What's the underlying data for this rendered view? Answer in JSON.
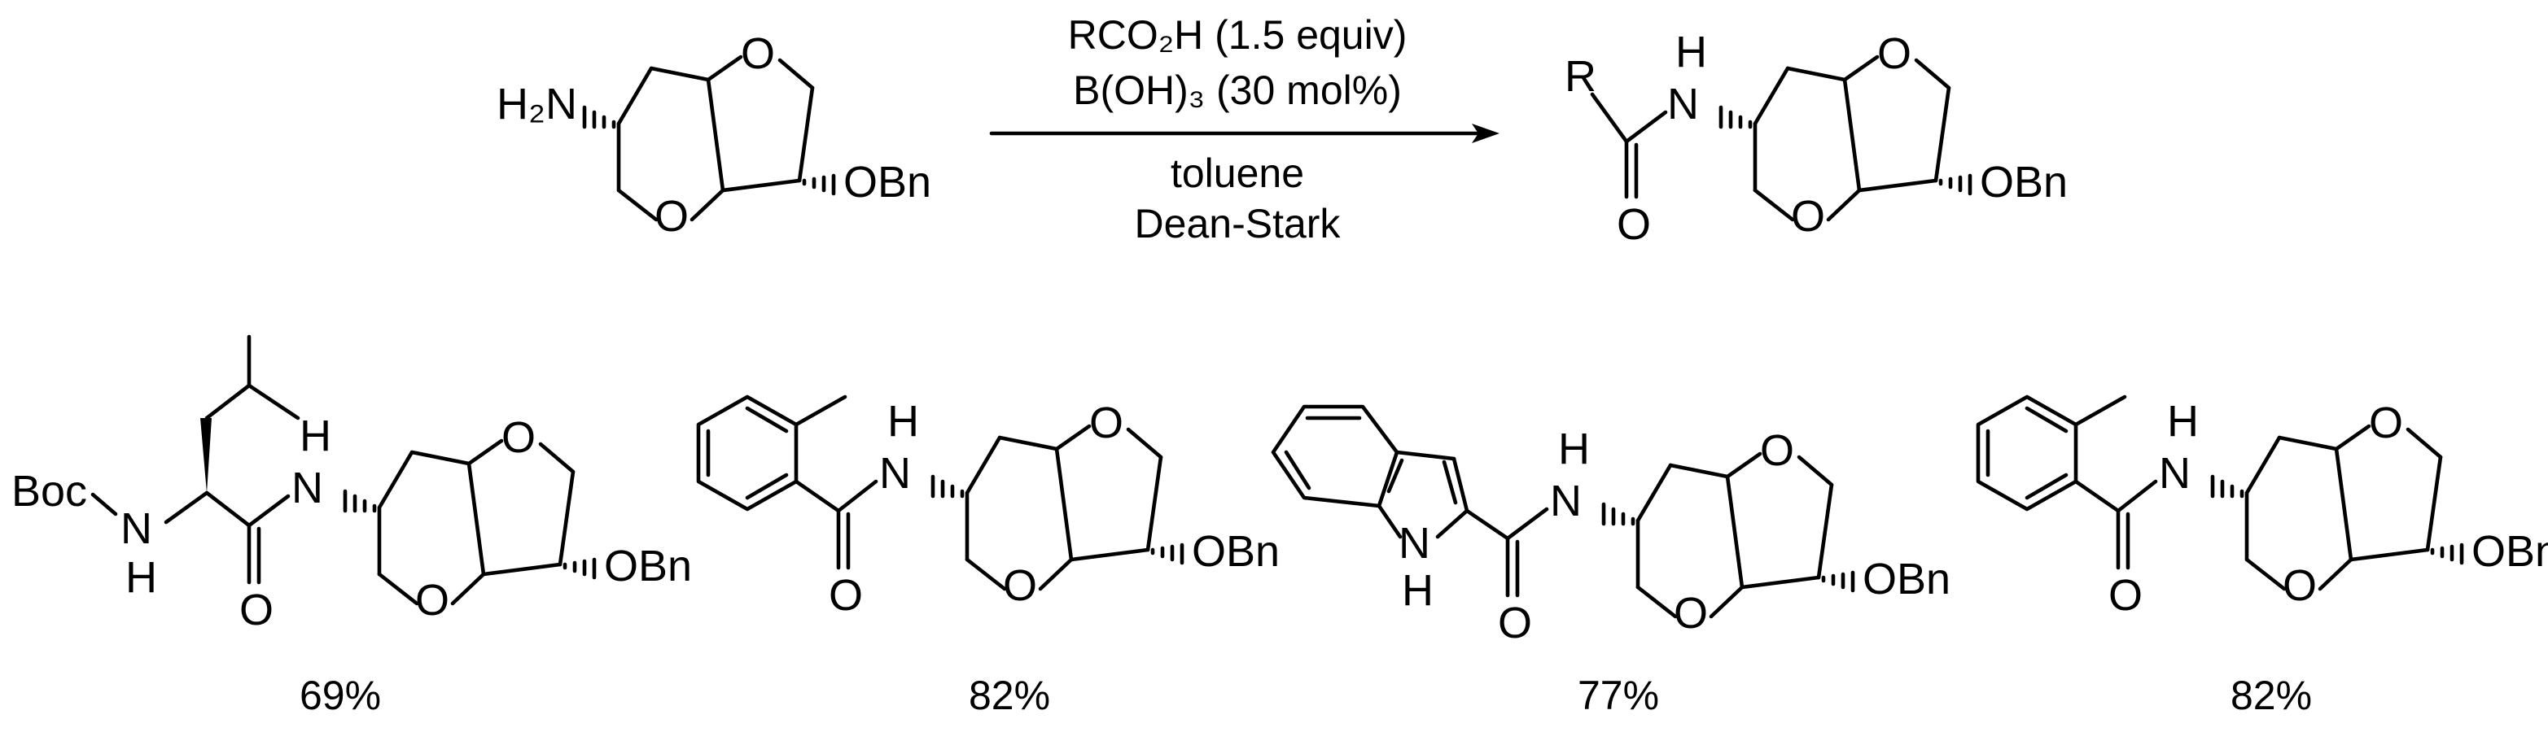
{
  "reaction": {
    "conditions": {
      "line1": "RCO₂H (1.5 equiv)",
      "line2": "B(OH)₃ (30 mol%)",
      "line3": "toluene",
      "line4": "Dean-Stark"
    }
  },
  "atoms": {
    "amine": "H₂N",
    "oxygen": "O",
    "nh": "H",
    "n": "N",
    "obn": "OBn",
    "r": "R",
    "boc": "Boc"
  },
  "products": [
    {
      "yield": "69%"
    },
    {
      "yield": "82%"
    },
    {
      "yield": "77%"
    },
    {
      "yield": "82%"
    }
  ]
}
